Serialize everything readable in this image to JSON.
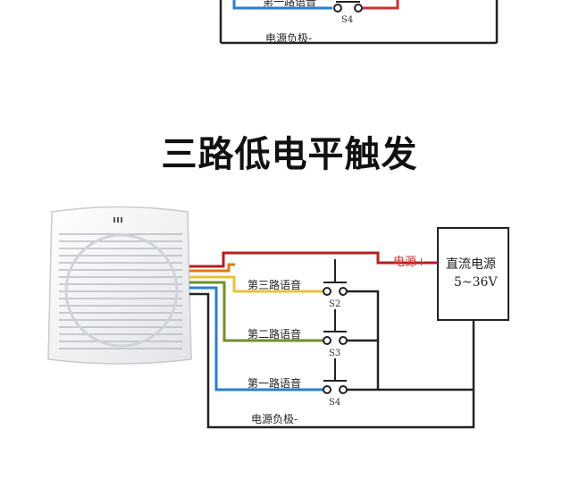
{
  "top_diagram": {
    "voice_label": "第一路语音",
    "switch_label": "S4",
    "negative_label": "电源负极-"
  },
  "title": "三路低电平触发",
  "main_diagram": {
    "power_supply": {
      "line1": "直流电源",
      "line2": "5~36V"
    },
    "positive_label": "电源+",
    "negative_label": "电源负极-",
    "channels": [
      {
        "voice_label": "第三路语音",
        "switch_label": "S2"
      },
      {
        "voice_label": "第二路语音",
        "switch_label": "S3"
      },
      {
        "voice_label": "第一路语音",
        "switch_label": "S4"
      }
    ]
  },
  "colors": {
    "red": "#b02020",
    "orange": "#e07a10",
    "yellow": "#e8c23a",
    "green": "#6f8f2a",
    "blue": "#2a7fd0",
    "black": "#222222",
    "positive_text": "#d03030"
  }
}
